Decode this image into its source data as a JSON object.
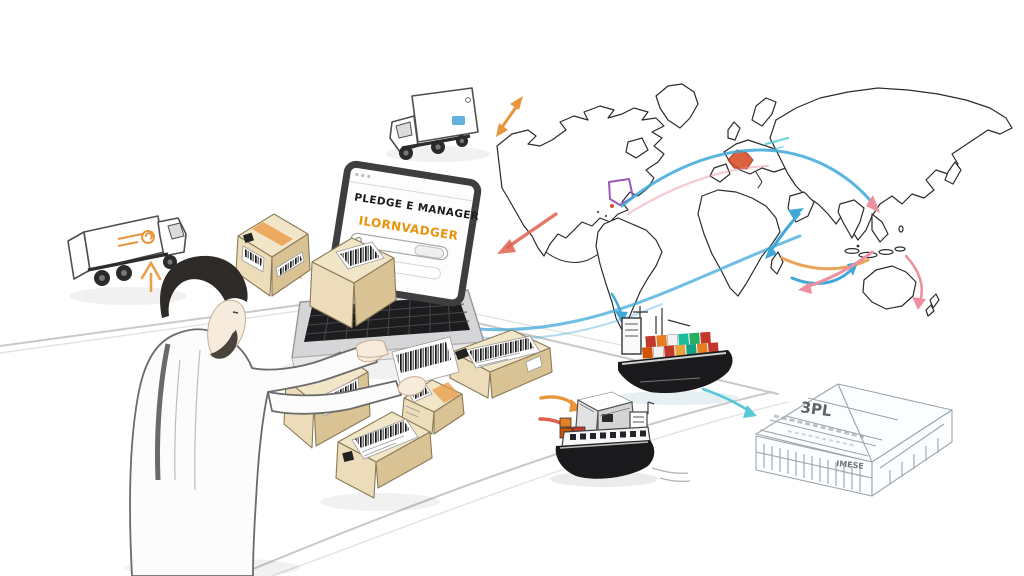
{
  "palette": {
    "accent_orange": "#E8953C",
    "accent_red": "#E0604C",
    "route_blue": "#3FA8D9",
    "route_pink": "#EE8FA0",
    "route_teal": "#57C8D8",
    "region_purple": "#9B59B6",
    "europe_highlight": "#D8502B",
    "box_tan": "#EDDCBA",
    "box_tan_dark": "#D9C294",
    "hull_black": "#1A1A1D",
    "warehouse_gray": "#9AA6AD",
    "screen_text": "#1C1C1C",
    "screen_accent": "#E8930C"
  },
  "laptop": {
    "screen_title": "PLEDGE E MANAGER",
    "screen_subtitle": "ILORNVADGER"
  },
  "warehouse": {
    "sign": "3PL",
    "small_sign": "IMESE"
  },
  "icons": {
    "inbound_truck_arrow": "orange-up-arrow",
    "map_northwest_arrow": "orange-double-diagonal-arrow",
    "map_to_packing_arrow": "red-down-left-arrow",
    "box_to_laptop_arrow": "orange-down-right-arrow",
    "packing_to_port_arrow_orange": "orange-right-arrow",
    "packing_to_port_arrow_red": "red-right-arrow",
    "map_to_ship_arrow": "blue-down-arrow",
    "ship_to_warehouse_arrow": "teal-down-right-arrow"
  }
}
